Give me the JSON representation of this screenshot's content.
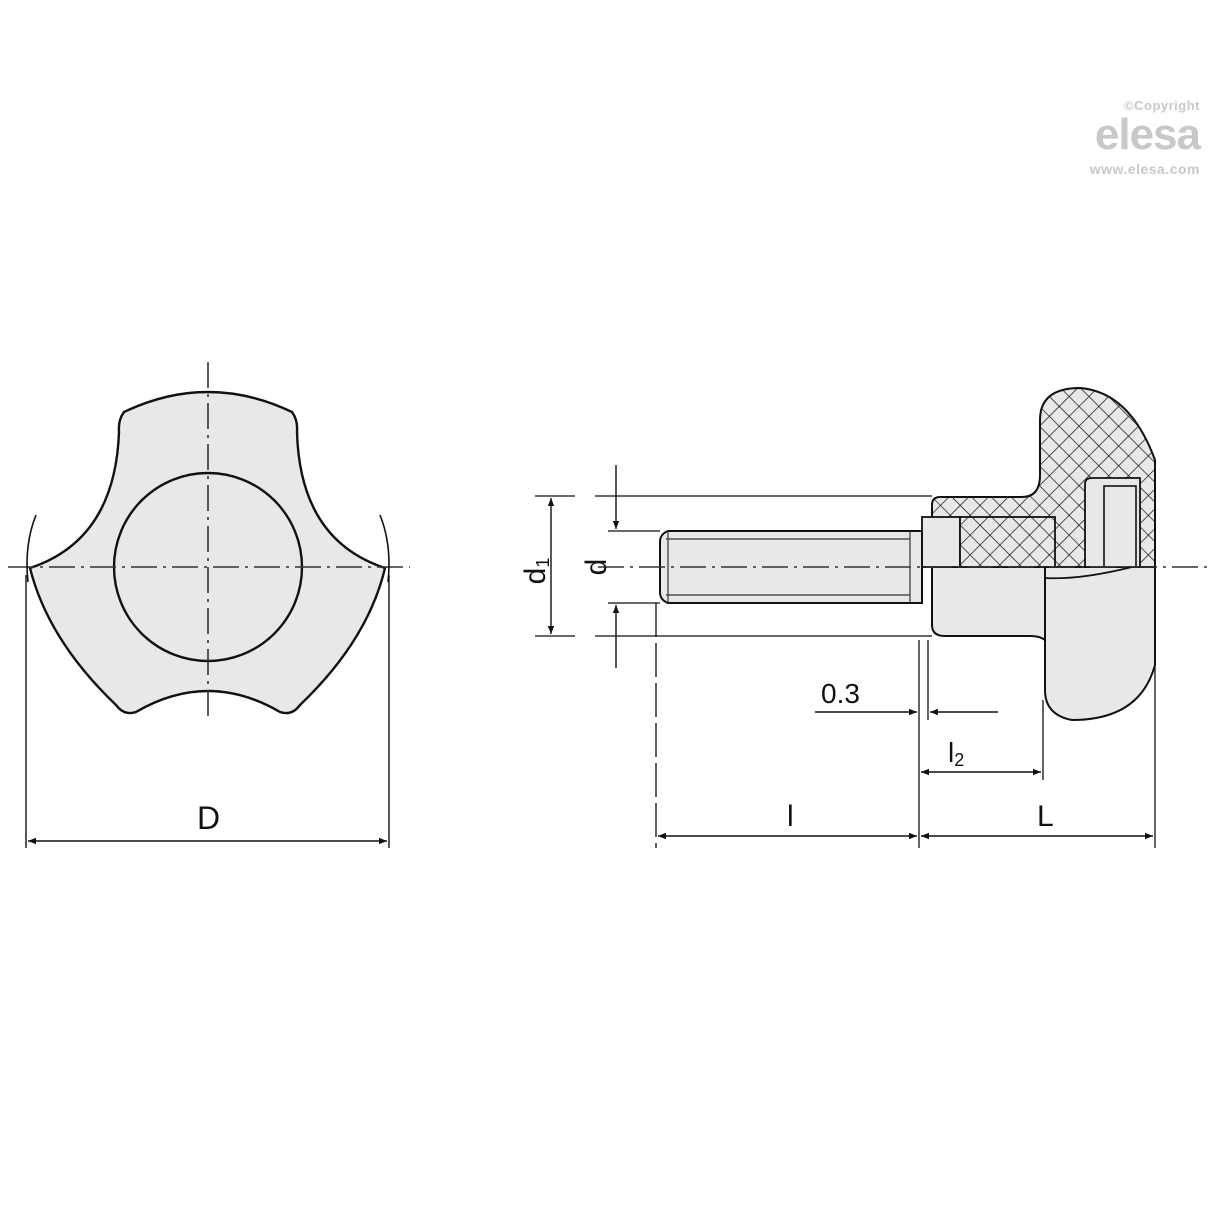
{
  "watermark": {
    "copyright": "©Copyright",
    "brand": "elesa",
    "url": "www.elesa.com",
    "color": "#c8c8c8"
  },
  "front_view": {
    "dimension_label": "D"
  },
  "side_view": {
    "labels": {
      "d1": "d",
      "d1_sub": "1",
      "d": "d",
      "gap": "0.3",
      "l2": "l",
      "l2_sub": "2",
      "l": "l",
      "L": "L"
    }
  },
  "colors": {
    "fill": "#e8e8e8",
    "stroke": "#111111",
    "background": "#ffffff"
  }
}
